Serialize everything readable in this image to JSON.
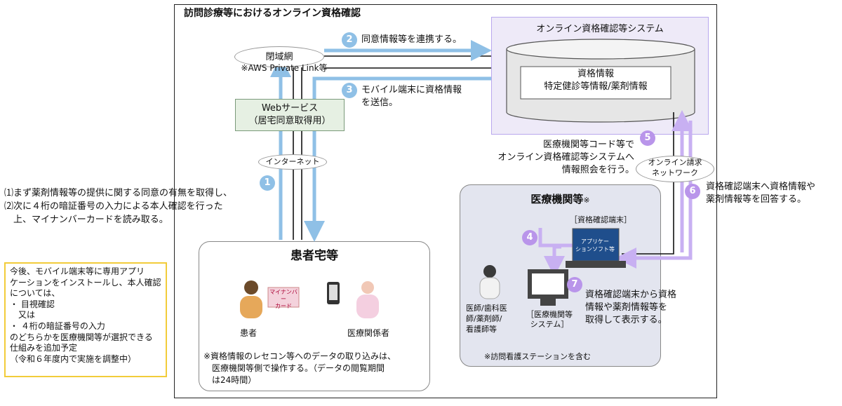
{
  "title": "訪問診療等におけるオンライン資格確認",
  "system": {
    "title": "オンライン資格確認等システム",
    "db_line1": "資格情報",
    "db_line2": "特定健診等情報/薬剤情報"
  },
  "network": {
    "closed": "閉域網",
    "closed_sub": "※AWS Private Link等",
    "internet": "インターネット",
    "online_claim": "オンライン請求\nネットワーク"
  },
  "web_service": {
    "line1": "Webサービス",
    "line2": "（居宅同意取得用）"
  },
  "steps": {
    "s1": "1",
    "s2": "2",
    "s2_text": "同意情報等を連携する。",
    "s3": "3",
    "s3_text": "モバイル端末に資格情報\nを送信。",
    "s4": "4",
    "s5": "5",
    "s5_text": "医療機関等コード等で\nオンライン資格確認等システムへ\n情報照会を行う。",
    "s6": "6",
    "s6_text": "資格確認端末へ資格情報や\n薬剤情報等を回答する。",
    "s7": "7",
    "s7_text": "資格確認端末から資格\n情報や薬剤情報等を\n取得して表示する。"
  },
  "left_text": "⑴まず薬剤情報等の提供に関する同意の有無を取得し、\n⑵次に４桁の暗証番号の入力による本人確認を行った\n　上、マイナンバーカードを読み取る。",
  "callout": "今後、モバイル端末等に専用アプリ\nケーションをインストールし、本人確認\nについては、\n・ 目視確認\n　又は\n・ ４桁の暗証番号の入力\nのどちらかを医療機関等が選択できる\n仕組みを追加予定\n（令和６年度内で実施を調整中）",
  "patient": {
    "title": "患者宅等",
    "card": "マイナンバー\nカード",
    "patient_label": "患者",
    "staff_label": "医療関係者",
    "note": "※資格情報のレセコン等へのデータの取り込みは、\n　医療機関等側で操作する。（データの閲覧期間\n　は24時間）"
  },
  "medical": {
    "title": "医療機関等",
    "title_mark": "※",
    "terminal": "［資格確認端末］",
    "software": "アプリケー\nションソフト等",
    "system": "［医療機関等\nシステム］",
    "staff": "医師/歯科医\n師/薬剤師/\n看護師等",
    "note": "※訪問看護ステーションを含む"
  },
  "colors": {
    "blue_arrow": "#8fc0e6",
    "purple_arrow": "#c8b0f2",
    "callout_border": "#f2cc3a"
  }
}
